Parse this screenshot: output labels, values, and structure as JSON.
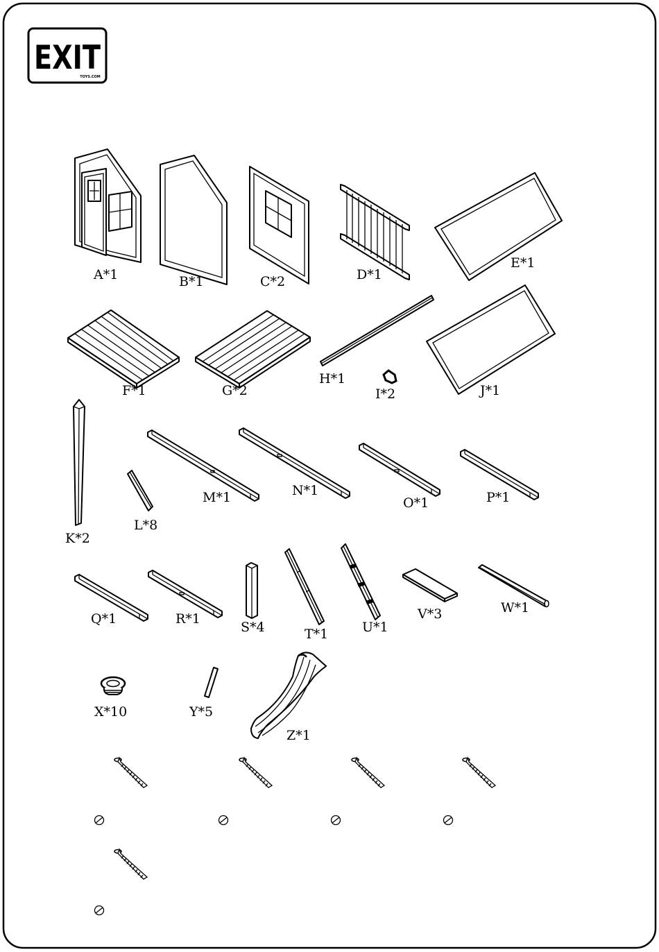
{
  "logo": {
    "main_text": "EXIT",
    "sub_text": "TOYS.COM"
  },
  "parts": [
    {
      "id": "A",
      "label": "A*1"
    },
    {
      "id": "B",
      "label": "B*1"
    },
    {
      "id": "C",
      "label": "C*2"
    },
    {
      "id": "D",
      "label": "D*1"
    },
    {
      "id": "E",
      "label": "E*1"
    },
    {
      "id": "F",
      "label": "F*1"
    },
    {
      "id": "G",
      "label": "G*2"
    },
    {
      "id": "H",
      "label": "H*1"
    },
    {
      "id": "I",
      "label": "I*2"
    },
    {
      "id": "J",
      "label": "J*1"
    },
    {
      "id": "K",
      "label": "K*2"
    },
    {
      "id": "L",
      "label": "L*8"
    },
    {
      "id": "M",
      "label": "M*1"
    },
    {
      "id": "N",
      "label": "N*1"
    },
    {
      "id": "O",
      "label": "O*1"
    },
    {
      "id": "P",
      "label": "P*1"
    },
    {
      "id": "Q",
      "label": "Q*1"
    },
    {
      "id": "R",
      "label": "R*1"
    },
    {
      "id": "S",
      "label": "S*4"
    },
    {
      "id": "T",
      "label": "T*1"
    },
    {
      "id": "U",
      "label": "U*1"
    },
    {
      "id": "V",
      "label": "V*3"
    },
    {
      "id": "W",
      "label": "W*1"
    },
    {
      "id": "X",
      "label": "X*10"
    },
    {
      "id": "Y",
      "label": "Y*5"
    },
    {
      "id": "Z",
      "label": "Z*1"
    }
  ],
  "screws_count": 5
}
